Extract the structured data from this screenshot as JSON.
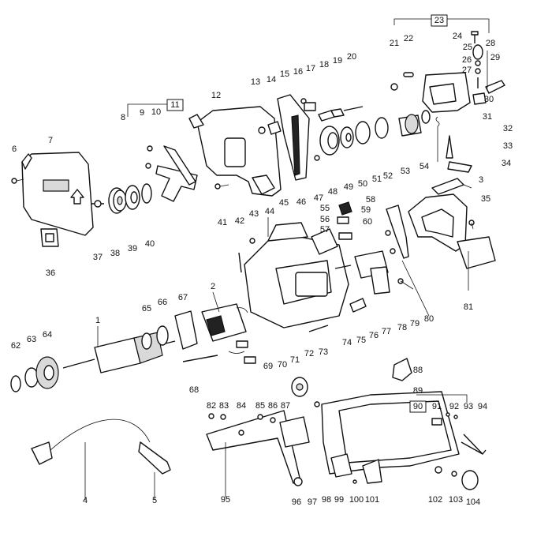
{
  "labels": [
    {
      "n": "1"
    },
    {
      "n": "2"
    },
    {
      "n": "3"
    },
    {
      "n": "4"
    },
    {
      "n": "5"
    },
    {
      "n": "6"
    },
    {
      "n": "7"
    },
    {
      "n": "8"
    },
    {
      "n": "9"
    },
    {
      "n": "10"
    },
    {
      "n": "11",
      "boxed": true
    },
    {
      "n": "12"
    },
    {
      "n": "13"
    },
    {
      "n": "14"
    },
    {
      "n": "15"
    },
    {
      "n": "16"
    },
    {
      "n": "17"
    },
    {
      "n": "18"
    },
    {
      "n": "19"
    },
    {
      "n": "20"
    },
    {
      "n": "21"
    },
    {
      "n": "22"
    },
    {
      "n": "23",
      "boxed": true
    },
    {
      "n": "24"
    },
    {
      "n": "25"
    },
    {
      "n": "26"
    },
    {
      "n": "27"
    },
    {
      "n": "28"
    },
    {
      "n": "29"
    },
    {
      "n": "30"
    },
    {
      "n": "31"
    },
    {
      "n": "32"
    },
    {
      "n": "33"
    },
    {
      "n": "34"
    },
    {
      "n": "35"
    },
    {
      "n": "36"
    },
    {
      "n": "37"
    },
    {
      "n": "38"
    },
    {
      "n": "39"
    },
    {
      "n": "40"
    },
    {
      "n": "41"
    },
    {
      "n": "42"
    },
    {
      "n": "43"
    },
    {
      "n": "44"
    },
    {
      "n": "45"
    },
    {
      "n": "46"
    },
    {
      "n": "47"
    },
    {
      "n": "48"
    },
    {
      "n": "49"
    },
    {
      "n": "50"
    },
    {
      "n": "51"
    },
    {
      "n": "52"
    },
    {
      "n": "53"
    },
    {
      "n": "54"
    },
    {
      "n": "55"
    },
    {
      "n": "56"
    },
    {
      "n": "57"
    },
    {
      "n": "58"
    },
    {
      "n": "59"
    },
    {
      "n": "60"
    },
    {
      "n": "62"
    },
    {
      "n": "63"
    },
    {
      "n": "64"
    },
    {
      "n": "65"
    },
    {
      "n": "66"
    },
    {
      "n": "67"
    },
    {
      "n": "68"
    },
    {
      "n": "69"
    },
    {
      "n": "70"
    },
    {
      "n": "71"
    },
    {
      "n": "72"
    },
    {
      "n": "73"
    },
    {
      "n": "74"
    },
    {
      "n": "75"
    },
    {
      "n": "76"
    },
    {
      "n": "77"
    },
    {
      "n": "78"
    },
    {
      "n": "79"
    },
    {
      "n": "80"
    },
    {
      "n": "81"
    },
    {
      "n": "82"
    },
    {
      "n": "83"
    },
    {
      "n": "84"
    },
    {
      "n": "85"
    },
    {
      "n": "86"
    },
    {
      "n": "87"
    },
    {
      "n": "88"
    },
    {
      "n": "89"
    },
    {
      "n": "90",
      "boxed": true
    },
    {
      "n": "91"
    },
    {
      "n": "92"
    },
    {
      "n": "93"
    },
    {
      "n": "94"
    },
    {
      "n": "95"
    },
    {
      "n": "96"
    },
    {
      "n": "97"
    },
    {
      "n": "98"
    },
    {
      "n": "99"
    },
    {
      "n": "100"
    },
    {
      "n": "101"
    },
    {
      "n": "102"
    },
    {
      "n": "103"
    },
    {
      "n": "104"
    }
  ]
}
